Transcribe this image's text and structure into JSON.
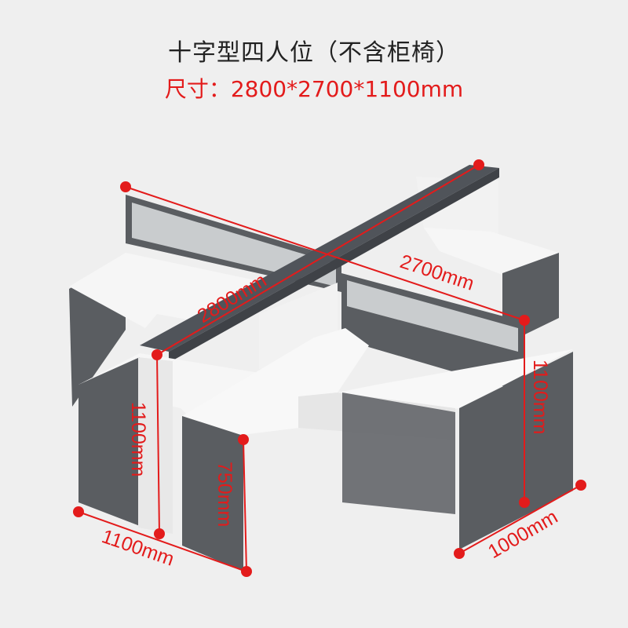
{
  "title": "十字型四人位（不含柜椅）",
  "size_text": "尺寸：2800*2700*1100mm",
  "dimensions": {
    "length_beam": "2800mm",
    "length_side": "2700mm",
    "height_left": "1100mm",
    "desk_height": "750mm",
    "height_right": "1100mm",
    "depth_left": "1100mm",
    "depth_right": "1000mm"
  },
  "colors": {
    "accent": "#e31b1b",
    "panel": "#55585c",
    "top": "#f7f7f7"
  }
}
